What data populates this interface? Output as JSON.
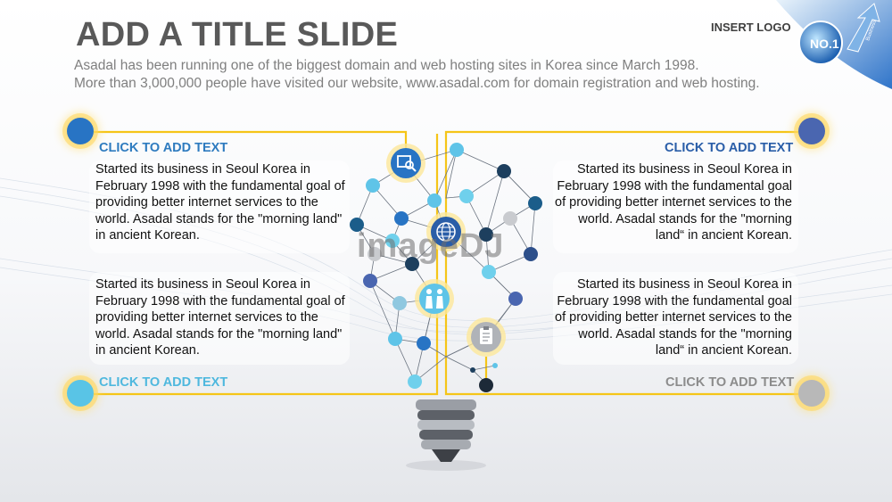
{
  "title": "ADD A TITLE SLIDE",
  "subtitle_lines": [
    "Asadal has been running one of the biggest domain and web hosting sites in Korea since March 1998.",
    "More than 3,000,000 people have visited our website,  www.asadal.com for domain registration and web hosting."
  ],
  "logo_placeholder": "INSERT LOGO",
  "corner_badge": {
    "main": "NO.1",
    "small": "Business"
  },
  "watermark": "imageDJ",
  "labels": {
    "top_left": "CLICK TO ADD TEXT",
    "top_right": "CLICK TO ADD TEXT",
    "bottom_left": "CLICK TO ADD TEXT",
    "bottom_right": "CLICK TO ADD TEXT"
  },
  "body_text": "Started its business in Seoul Korea  in February 1998 with the fundamental goal of providing better internet services to the world. Asadal stands for the \"morning land\" in ancient Korean.",
  "body_text_right": "Started its business in Seoul Korea  in February 1998 with the fundamental goal of providing better internet services to the world. Asadal stands for the \"morning land“ in ancient Korean.",
  "icons": [
    "search-icon",
    "globe-icon",
    "people-icon",
    "clipboard-icon"
  ],
  "colors": {
    "line_yellow": "#f5c518",
    "label_top_left": "#2e7bbf",
    "label_top_right": "#2a5ea8",
    "label_bottom_left": "#4fb8de",
    "label_bottom_right": "#8c8c8c",
    "dot_top_left": "#2874c4",
    "dot_top_right": "#4a66b0",
    "dot_bottom_left": "#59c4e6",
    "dot_bottom_right": "#b8b8b8"
  }
}
